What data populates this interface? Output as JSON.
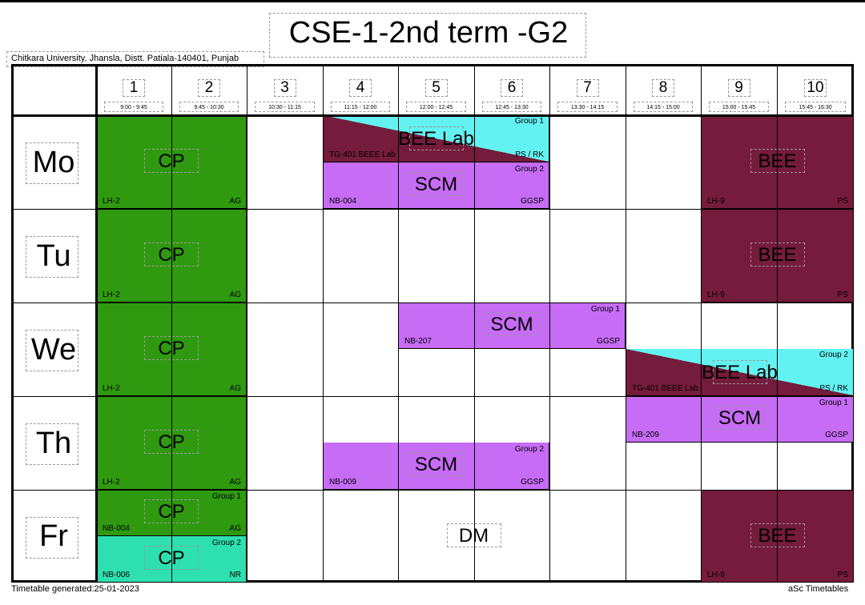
{
  "title": "CSE-1-2nd term -G2",
  "subtitle": "Chitkara University, Jhansla, Distt. Patiala-140401, Punjab",
  "footer": {
    "generated": "Timetable generated:25-01-2023",
    "app": "aSc Timetables"
  },
  "colors": {
    "cp_green": "#2f9a0f",
    "cp_teal": "#2ee0b0",
    "bee_maroon": "#751b3c",
    "scm_purple": "#c66cf5",
    "lab_cyan": "#63f2f2"
  },
  "periods": [
    {
      "num": "1",
      "time": "9:00 - 9:45"
    },
    {
      "num": "2",
      "time": "9:45 - 10:30"
    },
    {
      "num": "3",
      "time": "10:30 - 11:15"
    },
    {
      "num": "4",
      "time": "11:15 - 12:00"
    },
    {
      "num": "5",
      "time": "12:00 - 12:45"
    },
    {
      "num": "6",
      "time": "12:45 - 13:30"
    },
    {
      "num": "7",
      "time": "13:30 - 14:15"
    },
    {
      "num": "8",
      "time": "14:15 - 15:00"
    },
    {
      "num": "9",
      "time": "15:00 - 15:45"
    },
    {
      "num": "10",
      "time": "15:45 - 16:30"
    }
  ],
  "days": [
    "Mo",
    "Tu",
    "We",
    "Th",
    "Fr"
  ],
  "lessons": {
    "mo_cp": {
      "subject": "CP",
      "room": "LH-2",
      "teacher": "AG"
    },
    "mo_beelab": {
      "subject": "BEE Lab",
      "room": "TG-401 BEEE Lab",
      "teacher": "PS / RK",
      "group": "Group 1"
    },
    "mo_scm": {
      "subject": "SCM",
      "room": "NB-004",
      "teacher": "GGSP",
      "group": "Group 2"
    },
    "mo_bee": {
      "subject": "BEE",
      "room": "LH-9",
      "teacher": "PS"
    },
    "tu_cp": {
      "subject": "CP",
      "room": "LH-2",
      "teacher": "AG"
    },
    "tu_bee": {
      "subject": "BEE",
      "room": "LH-9",
      "teacher": "PS"
    },
    "we_cp": {
      "subject": "CP",
      "room": "LH-2",
      "teacher": "AG"
    },
    "we_scm": {
      "subject": "SCM",
      "room": "NB-207",
      "teacher": "GGSP",
      "group": "Group 1"
    },
    "we_beelab": {
      "subject": "BEE Lab",
      "room": "TG-401 BEEE Lab",
      "teacher": "PS / RK",
      "group": "Group 2"
    },
    "th_cp": {
      "subject": "CP",
      "room": "LH-2",
      "teacher": "AG"
    },
    "th_scm1": {
      "subject": "SCM",
      "room": "NB-209",
      "teacher": "GGSP",
      "group": "Group 1"
    },
    "th_scm2": {
      "subject": "SCM",
      "room": "NB-009",
      "teacher": "GGSP",
      "group": "Group 2"
    },
    "fr_cp1": {
      "subject": "CP",
      "room": "NB-004",
      "teacher": "AG",
      "group": "Group 1"
    },
    "fr_cp2": {
      "subject": "CP",
      "room": "NB-006",
      "teacher": "NR",
      "group": "Group 2"
    },
    "fr_dm": {
      "subject": "DM"
    },
    "fr_bee": {
      "subject": "BEE",
      "room": "LH-9",
      "teacher": "PS"
    }
  }
}
